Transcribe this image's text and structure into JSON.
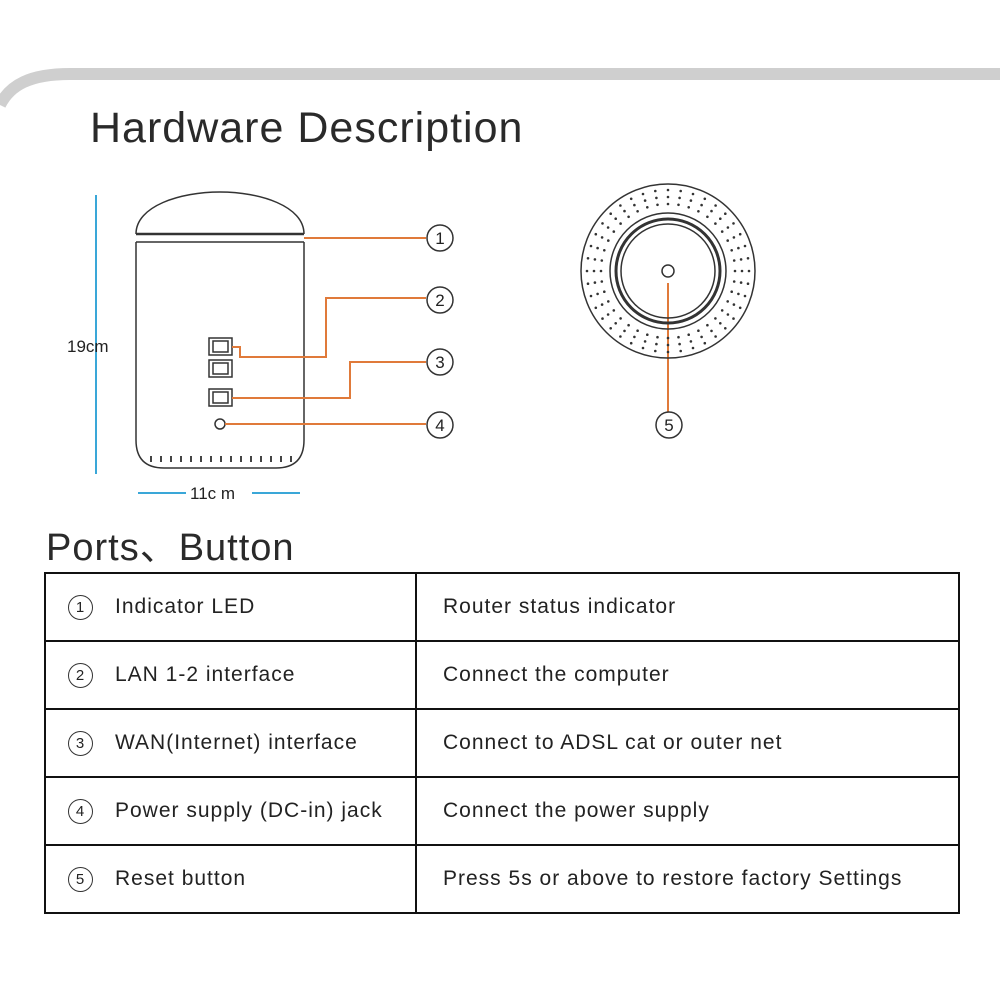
{
  "title": "Hardware Description",
  "subtitle": "Ports、Button",
  "dimensions": {
    "height": "19cm",
    "width": "11c m"
  },
  "callouts": [
    "1",
    "2",
    "3",
    "4",
    "5"
  ],
  "ports": [
    {
      "num": "1",
      "name": "Indicator LED",
      "description": "Router status indicator"
    },
    {
      "num": "2",
      "name": "LAN 1-2 interface",
      "description": "Connect the computer"
    },
    {
      "num": "3",
      "name": "WAN(Internet) interface",
      "description": "Connect to ADSL cat or outer net"
    },
    {
      "num": "4",
      "name": "Power supply (DC-in) jack",
      "description": "Connect the power supply"
    },
    {
      "num": "5",
      "name": "Reset button",
      "description": "Press 5s or above to restore factory Settings"
    }
  ],
  "colors": {
    "leader_line": "#e07a3a",
    "dimension_line": "#3aa7d8",
    "band": "#cfcfcf"
  }
}
